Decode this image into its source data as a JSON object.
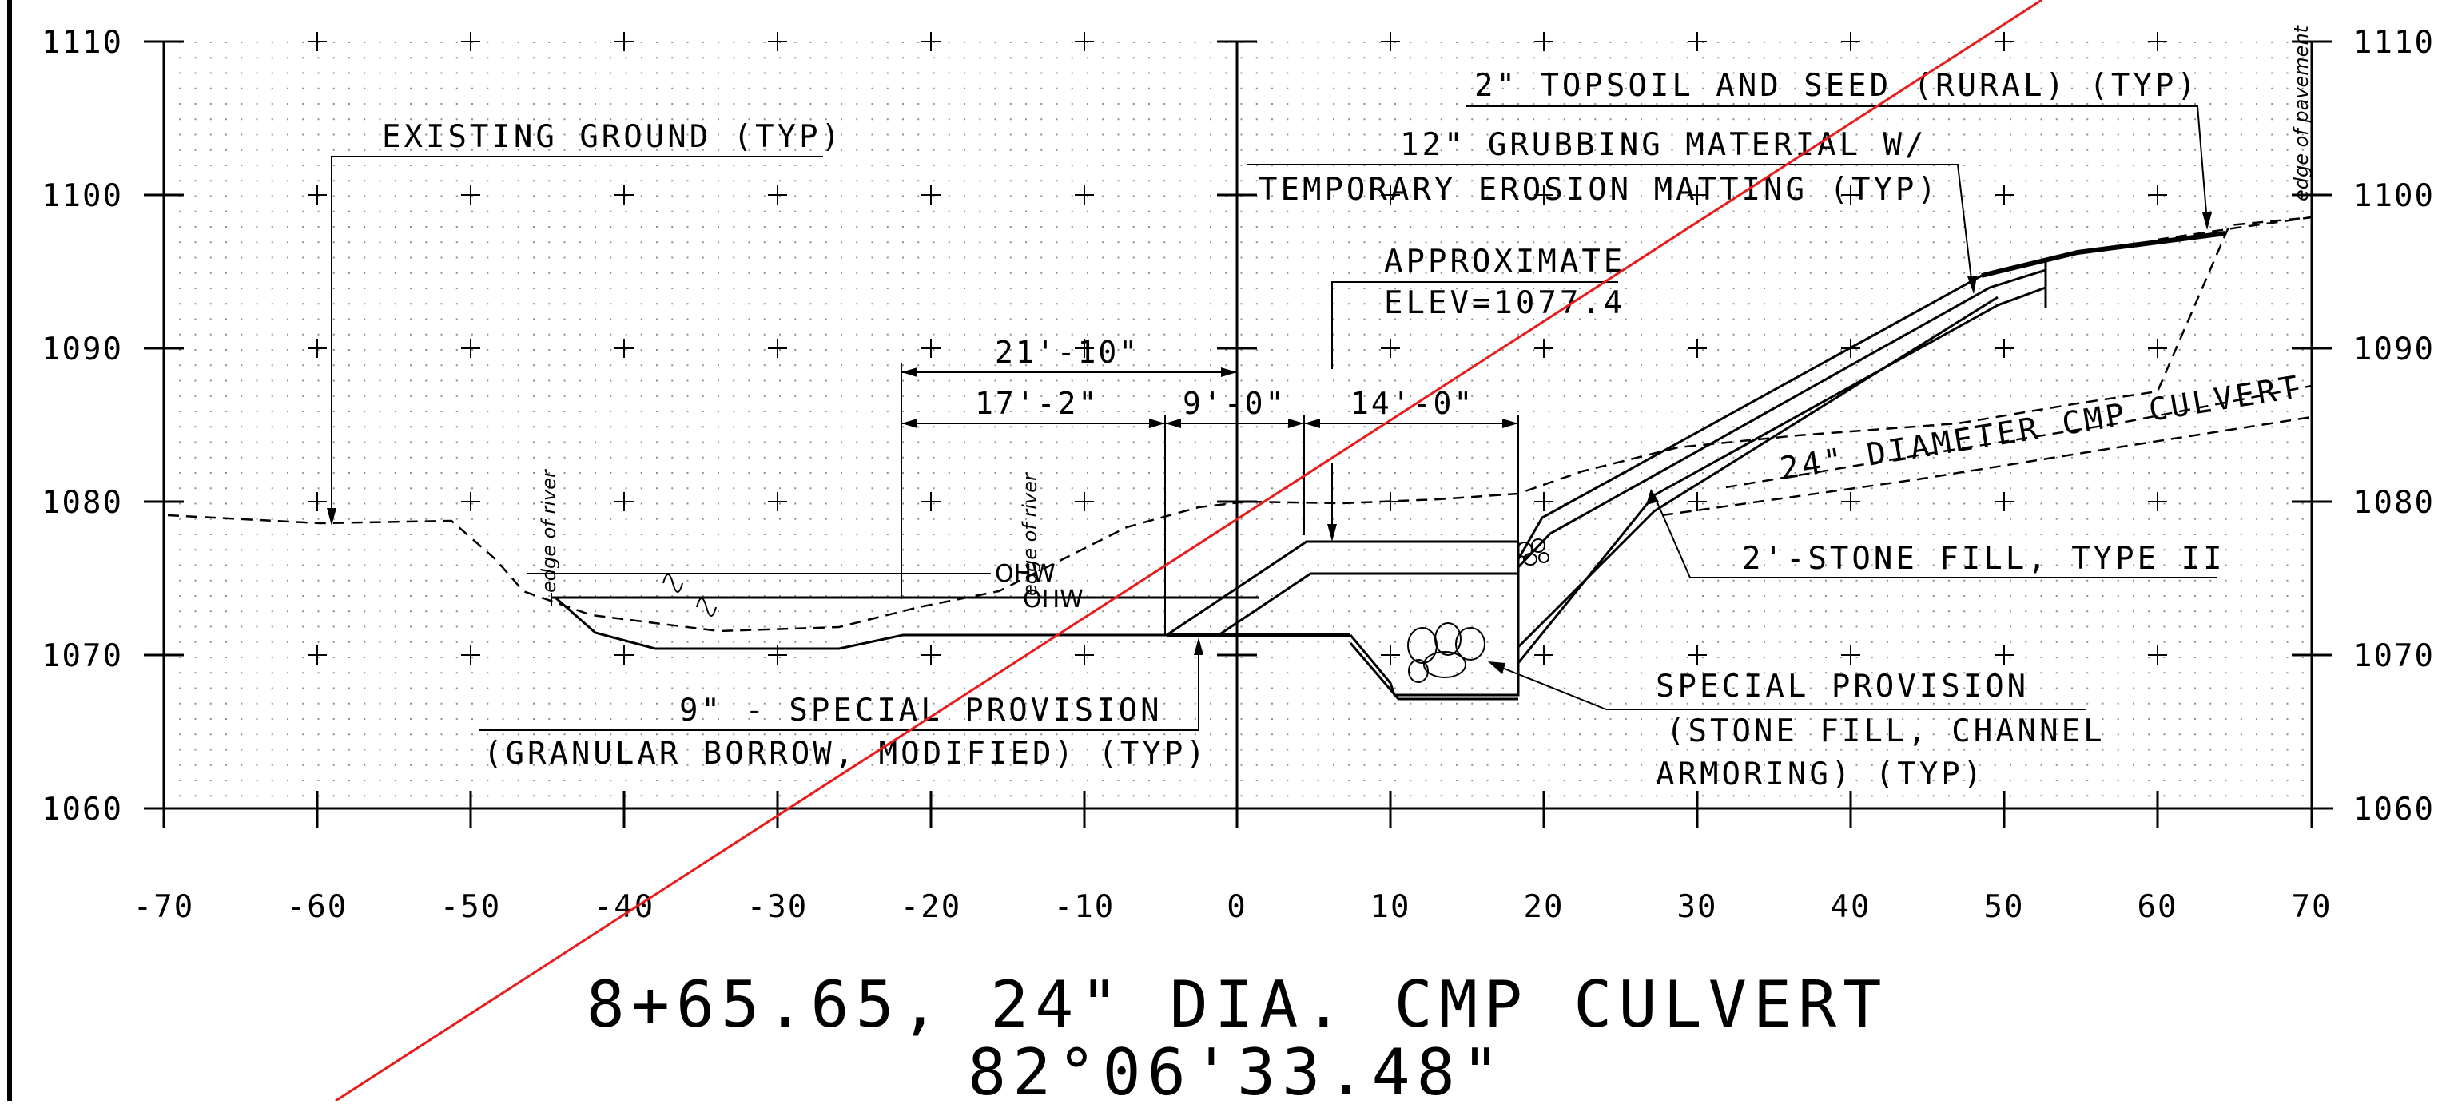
{
  "elevation_ticks": [
    "1110",
    "1100",
    "1090",
    "1080",
    "1070",
    "1060"
  ],
  "station_ticks": [
    "-70",
    "-60",
    "-50",
    "-40",
    "-30",
    "-20",
    "-10",
    "0",
    "10",
    "20",
    "30",
    "40",
    "50",
    "60",
    "70"
  ],
  "labels": {
    "existing_ground": "EXISTING GROUND (TYP)",
    "topsoil": "2\" TOPSOIL AND SEED (RURAL) (TYP)",
    "grubbing_1": "12\" GRUBBING MATERIAL W/",
    "grubbing_2": "TEMPORARY EROSION MATTING (TYP)",
    "approx_1": "APPROXIMATE",
    "approx_2": "ELEV=1077.4",
    "culvert": "24\" DIAMETER CMP CULVERT",
    "stone_fill": "2'-STONE FILL, TYPE II",
    "special_1": "SPECIAL PROVISION",
    "special_2": "(STONE FILL, CHANNEL",
    "special_3": "ARMORING) (TYP)",
    "granular_1": "9\" - SPECIAL PROVISION",
    "granular_2": "(GRANULAR BORROW, MODIFIED) (TYP)",
    "edge_river_left": "edge of river",
    "edge_river_mid": "edge of river",
    "edge_pavement": "edge of pavement",
    "ohw_upper": "OHW",
    "ohw_lower": "OHW"
  },
  "dimensions": {
    "d1": "21'-10\"",
    "d2": "17'-2\"",
    "d3": "9'-0\"",
    "d4": "14'-0\""
  },
  "title": {
    "line1": "8+65.65, 24\" DIA. CMP CULVERT",
    "line2": "82°06'33.48\""
  },
  "colors": {
    "ink": "#000000",
    "grid_dot": "#8c8c8c",
    "skew_line": "#e81c1c"
  }
}
